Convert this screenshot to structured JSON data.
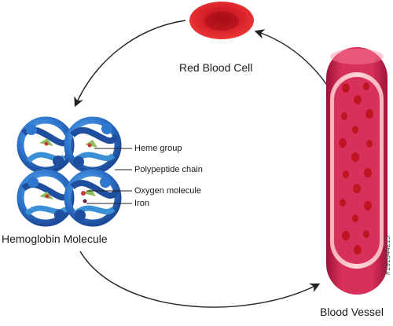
{
  "labels": {
    "red_blood_cell": "Red Blood Cell",
    "hemoglobin_molecule": "Hemoglobin Molecule",
    "blood_vessel": "Blood Vessel"
  },
  "hemoglobin_parts": [
    {
      "label": "Heme group"
    },
    {
      "label": "Polypeptide chain"
    },
    {
      "label": "Oxygen molecule"
    },
    {
      "label": "Iron"
    }
  ],
  "watermark": "#191844215",
  "colors": {
    "red_cell": "#d41e26",
    "vessel": "#c21e4e",
    "vessel_inner": "#e94b6c",
    "globin_dark": "#1f4e9e",
    "globin_light": "#3a8fd6",
    "arrow": "#222222"
  }
}
